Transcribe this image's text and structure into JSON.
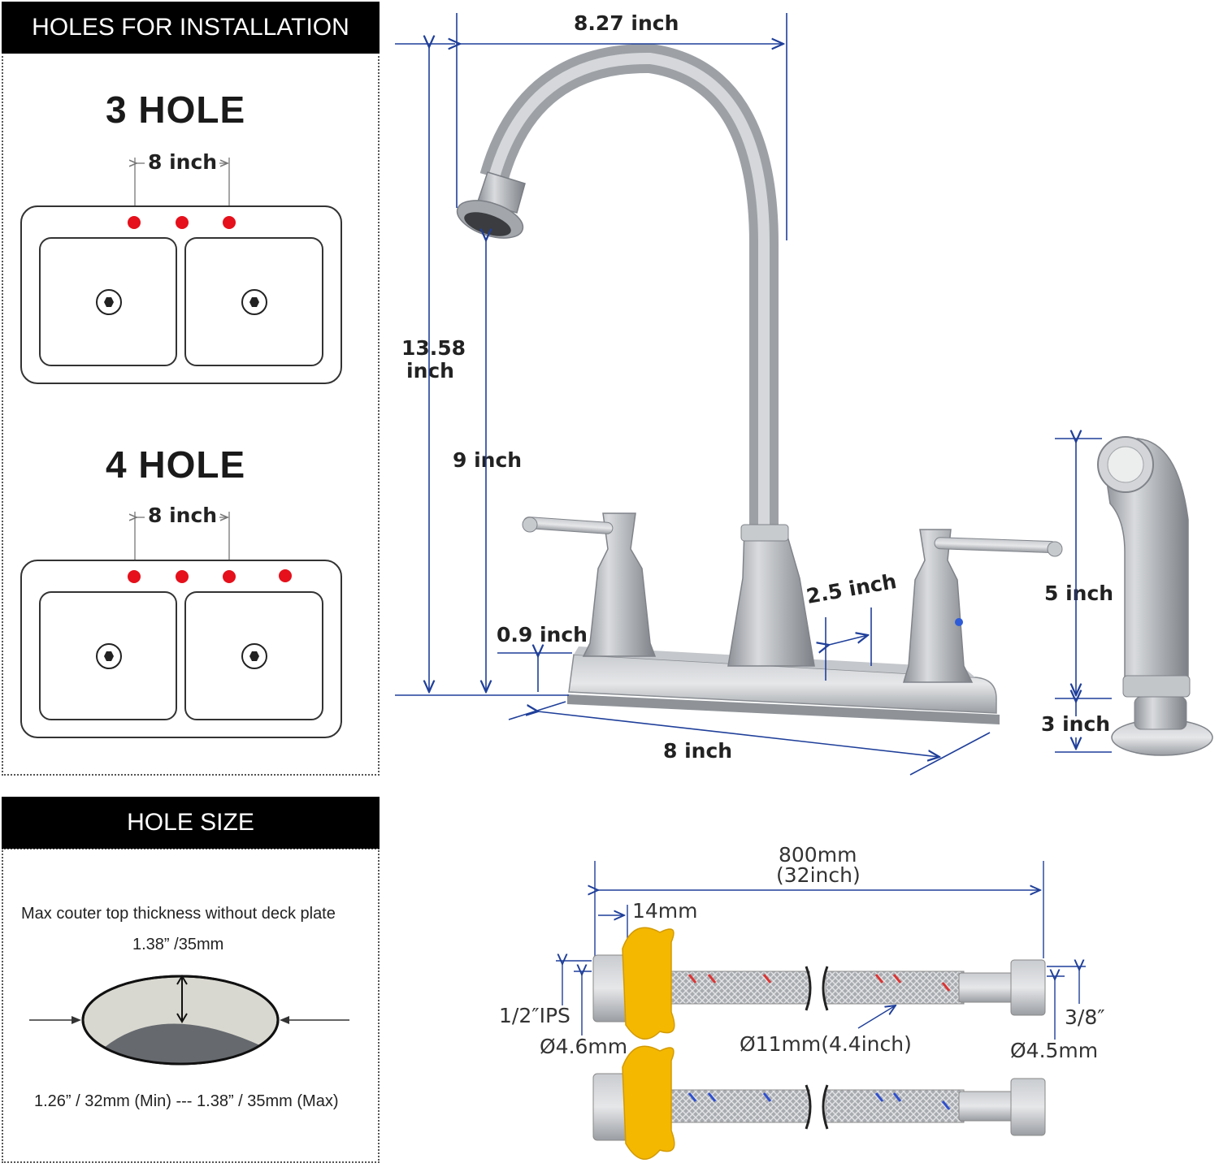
{
  "install_panel": {
    "header": "HOLES FOR INSTALLATION",
    "three_hole": {
      "title": "3  HOLE",
      "spacing": "8 inch",
      "hole_count": 3
    },
    "four_hole": {
      "title": "4  HOLE",
      "spacing": "8 inch",
      "hole_count": 4
    }
  },
  "hole_size_panel": {
    "header": "HOLE SIZE",
    "note": "Max couter top thickness without deck plate",
    "thickness": "1.38” /35mm",
    "range": "1.26” / 32mm (Min) --- 1.38” / 35mm (Max)"
  },
  "faucet": {
    "spout_reach": "8.27 inch",
    "total_height_line1": "13.58",
    "total_height_line2": "inch",
    "spout_height": "9 inch",
    "deck_height": "0.9 inch",
    "handle_spacing": "2.5 inch",
    "deck_length": "8 inch"
  },
  "sprayer": {
    "height": "5 inch",
    "base_height": "3 inch"
  },
  "hoses": {
    "length_mm": "800mm",
    "length_in": "(32inch)",
    "nut_width": "14mm",
    "inlet_thread": "1/2″IPS",
    "inlet_diameter": "Ø4.6mm",
    "hose_diameter": "Ø11mm(4.4inch)",
    "outlet_thread": "3/8″",
    "outlet_diameter": "Ø4.5mm"
  },
  "colors": {
    "hole_marker": "#e5101b",
    "dimension_line": "#1f3f9a",
    "nut": "#f5b800"
  }
}
